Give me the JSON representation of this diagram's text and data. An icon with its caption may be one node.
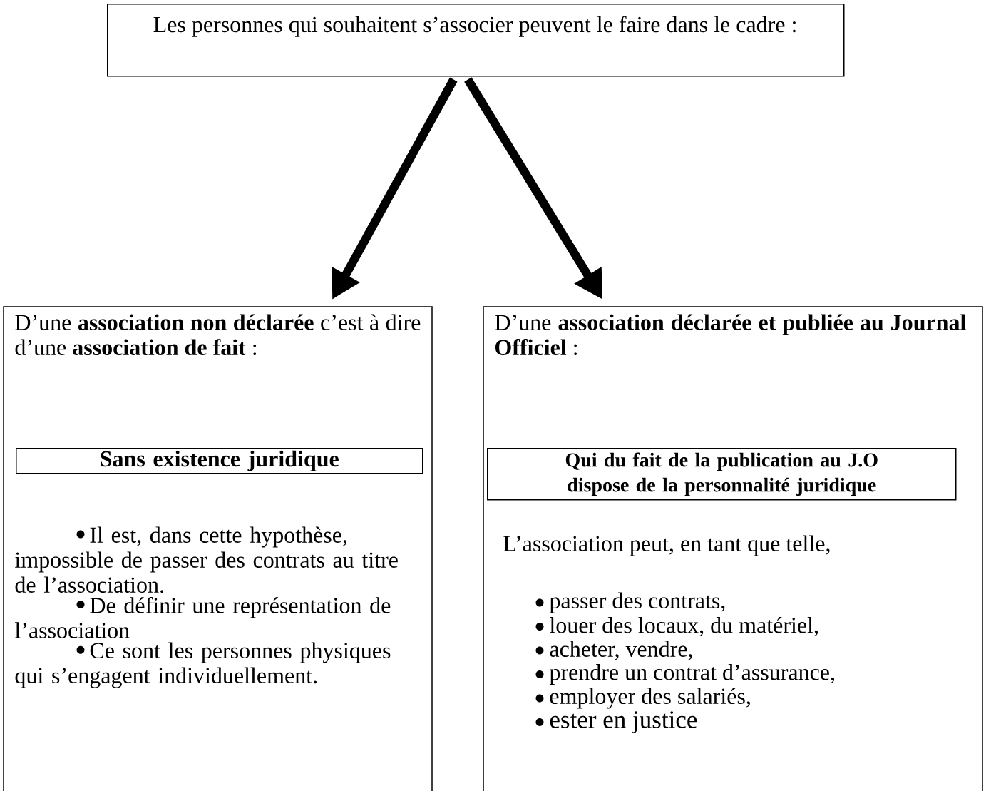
{
  "diagram": {
    "nodes": [
      {
        "text": [
          "Les personnes qui souhaitent s’associer peuvent le faire dans le cadre :"
        ]
      },
      {
        "text": [
          "D’une **association non déclarée** c’est à dire d’une **association de fait** :",
          "Il est, dans cette hypothèse, impossible de passer des contrats au titre de l’association.",
          "De définir une représentation de l’association",
          "Ce sont les personnes physiques qui s’engagent individuellement."
        ]
      },
      {
        "text": [
          "Sans existence juridique"
        ],
        "in": 1
      },
      {
        "text": [
          "D’une **association déclarée et publiée au Journal Officiel** :",
          "L’association peut, en tant que telle,",
          "passer des contrats,",
          "louer des locaux, du matériel,",
          "acheter, vendre,",
          "prendre un contrat d’assurance,",
          "employer des salariés,",
          "ester en justice"
        ]
      },
      {
        "text": [
          "Qui du fait de la publication au J.O dispose de la personnalité juridique"
        ],
        "in": 3
      }
    ],
    "edges": [
      {
        "from": 0,
        "to": 1,
        "arrow": "to"
      },
      {
        "from": 0,
        "to": 3,
        "arrow": "to"
      }
    ]
  }
}
